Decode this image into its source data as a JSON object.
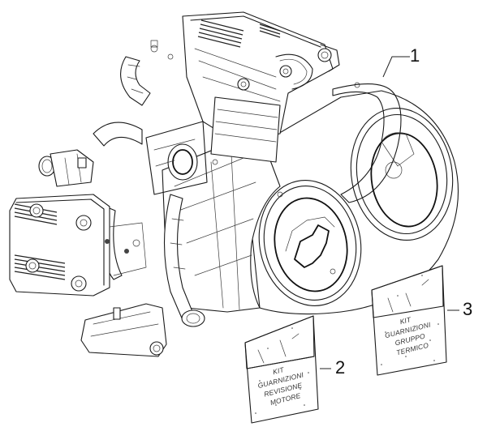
{
  "diagram": {
    "type": "exploded-parts-view",
    "subject": "engine assembly",
    "callouts": [
      {
        "number": "1",
        "part": "engine"
      },
      {
        "number": "2",
        "part": "gasket kit bag"
      },
      {
        "number": "3",
        "part": "gasket kit bag"
      }
    ],
    "bag_2": {
      "lines": [
        "KIT",
        "GUARNIZIONI",
        "REVISIONE",
        "MOTORE"
      ]
    },
    "bag_3": {
      "lines": [
        "KIT",
        "GUARNIZIONI",
        "GRUPPO",
        "TERMICO"
      ]
    },
    "colors": {
      "background": "#ffffff",
      "line": "#1a1a1a"
    }
  }
}
